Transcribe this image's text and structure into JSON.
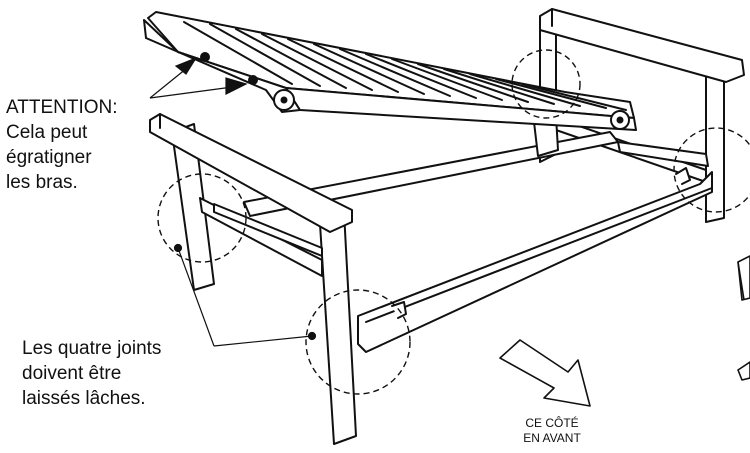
{
  "warning": {
    "lines": [
      "ATTENTION:",
      "Cela peut",
      "égratigner",
      "les bras."
    ]
  },
  "joints_note": {
    "lines": [
      "Les quatre joints",
      "doivent être",
      "laissés lâches."
    ]
  },
  "front_label": {
    "lines": [
      "CE CÔTÉ",
      "EN AVANT"
    ]
  },
  "colors": {
    "ink": "#111111",
    "background": "#ffffff",
    "wood_fill": "#ffffff"
  }
}
